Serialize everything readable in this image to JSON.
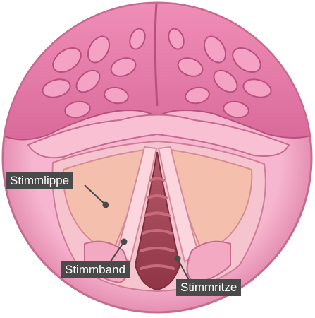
{
  "labels": {
    "stimmlippe": "Stimmlippe",
    "stimmband": "Stimmband",
    "stimmritze": "Stimmritze"
  },
  "colors": {
    "outer_ring": "#f3a6c4",
    "outer_rim": "#d9809f",
    "upper_tissue": "#ec7fac",
    "upper_tissue_dark": "#cf5f8f",
    "fold_band": "#f7b8cf",
    "cavity": "#f6c1cc",
    "vocal_fold": "#f4b9a8",
    "vocal_cord": "#f9d3dc",
    "glottis": "#a9485a",
    "glottis_dark": "#7e2f3f",
    "label_bg": "#4a4a4a",
    "label_text": "#ffffff"
  }
}
